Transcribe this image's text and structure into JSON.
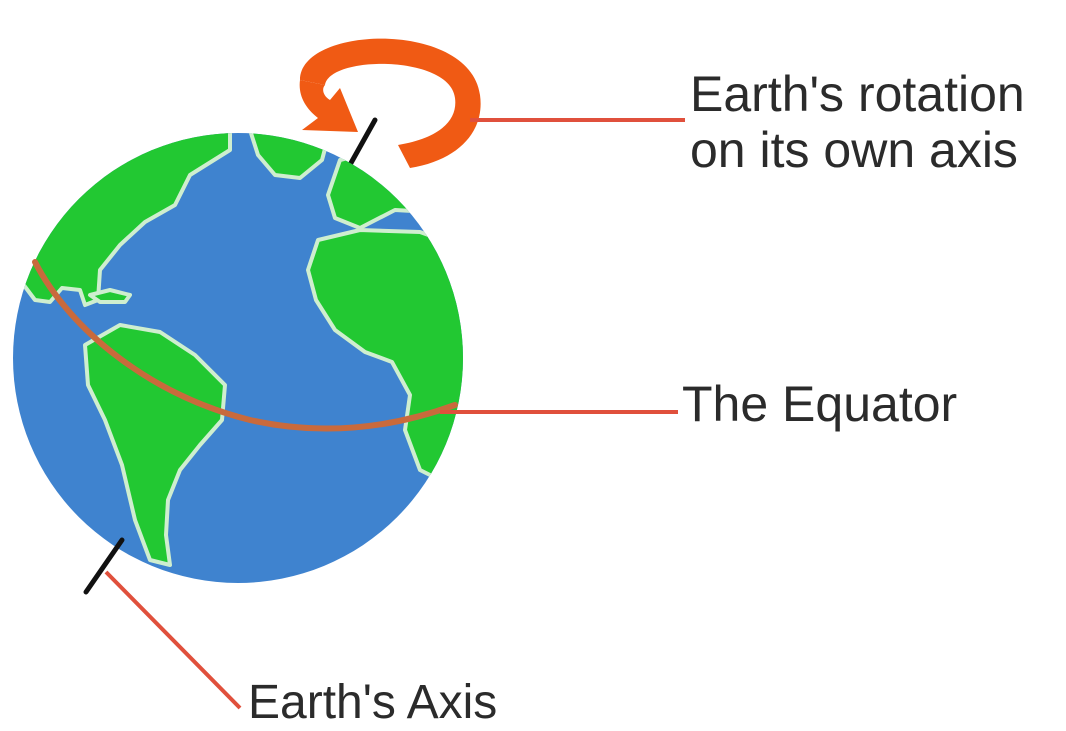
{
  "labels": {
    "rotation_line1": "Earth's rotation",
    "rotation_line2": "on its own axis",
    "equator": "The Equator",
    "axis": "Earth's Axis"
  },
  "colors": {
    "ocean": "#3f83cf",
    "land": "#22c832",
    "coast": "#cfeecf",
    "rotation_arrow": "#f05a14",
    "leader_line": "#e0503c",
    "equator_band": "#c96a3c",
    "axis_line": "#111111",
    "text": "#2b2b2b"
  },
  "icons": {
    "globe": "earth-globe-icon",
    "rotation": "curved-rotation-arrow-icon"
  }
}
